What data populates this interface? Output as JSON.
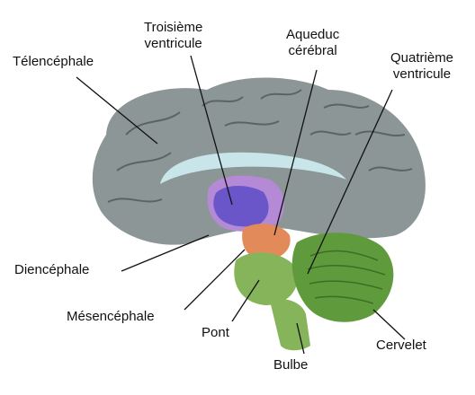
{
  "labels": {
    "telencephale": "Télencéphale",
    "troisieme_ventricule": [
      "Troisième",
      "ventricule"
    ],
    "aqueduc_cerebral": [
      "Aqueduc",
      "cérébral"
    ],
    "quatrieme_ventricule": [
      "Quatrième",
      "ventricule"
    ],
    "diencephale": "Diencéphale",
    "mesencephale": "Mésencéphale",
    "pont": "Pont",
    "bulbe": "Bulbe",
    "cervelet": "Cervelet"
  },
  "colors": {
    "cortex": "#8c9696",
    "cortex_dark": "#5a6464",
    "corpus_callosum": "#c8e6ea",
    "ventricle_purple": "#6a56c8",
    "diencephalon_lilac": "#b48ad6",
    "midbrain_orange": "#e38a5a",
    "brainstem_green": "#86b45a",
    "cerebellum_green": "#5f9a3c"
  }
}
